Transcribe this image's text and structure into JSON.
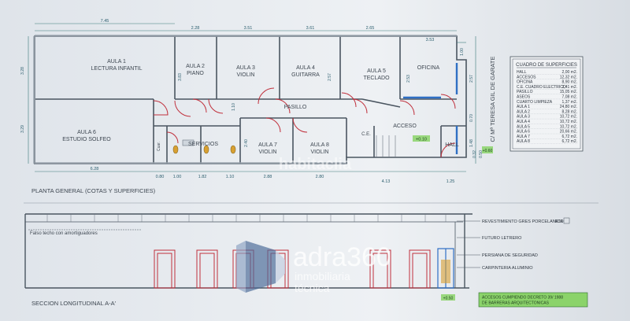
{
  "plan": {
    "title": "PLANTA GENERAL (COTAS Y SUPERFICIES)",
    "street": "C/ Mª TERESA GIL DE GARATE",
    "rooms": {
      "aula1": [
        "AULA 1",
        "LECTURA INFANTIL"
      ],
      "aula2": [
        "AULA 2",
        "PIANO"
      ],
      "aula3": [
        "AULA 3",
        "VIOLIN"
      ],
      "aula4": [
        "AULA 4",
        "GUITARRA"
      ],
      "aula5": [
        "AULA 5",
        "TECLADO"
      ],
      "oficina": [
        "OFICINA"
      ],
      "aula6": [
        "AULA 6",
        "ESTUDIO SOLFEO"
      ],
      "servicios": [
        "SERVICIOS"
      ],
      "aula7": [
        "AULA 7",
        "VIOLIN"
      ],
      "aula8": [
        "AULA 8",
        "VIOLIN"
      ],
      "pasillo": [
        "PASILLO"
      ],
      "acceso": [
        "ACCESO"
      ],
      "hall": [
        "HALL"
      ],
      "ce": [
        "C.E."
      ],
      "cuar": [
        "Cuar."
      ]
    },
    "dims_top_total": "7.45",
    "dims_top": [
      "2.28",
      "3.51",
      "3.61",
      "2.65"
    ],
    "dims_top_right": "3.53",
    "dims_bottom": [
      "6.28",
      "0.80",
      "1.00",
      "1.82",
      "1.10",
      "2.88",
      "2.80",
      "4.13",
      "1.25"
    ],
    "dims_side": [
      "3.28",
      "3.29",
      "3.83",
      "1.10",
      "2.40",
      "2.57",
      "2.53",
      "1.00",
      "2.57",
      "0.70",
      "1.48",
      "0.32",
      "0.50"
    ],
    "level_marks": [
      "+0.10",
      "+0.60"
    ]
  },
  "surfaces": {
    "title": "CUADRO DE SUPERFICIES",
    "rows": [
      {
        "name": "HALL",
        "value": "2,00 m2."
      },
      {
        "name": "ACCESOS",
        "value": "12,32 m2."
      },
      {
        "name": "OFICINA",
        "value": "8,90 m2."
      },
      {
        "name": "C.E. CUADRO ELECTRICO",
        "value": "2,41 m2."
      },
      {
        "name": "PASILLO",
        "value": "15,05 m2."
      },
      {
        "name": "ASEOS",
        "value": "7,08 m2."
      },
      {
        "name": "CUARTO LIMPIEZA",
        "value": "1,37 m2."
      },
      {
        "name": "AULA 1",
        "value": "24,80 m2."
      },
      {
        "name": "AULA 2",
        "value": "8,28 m2."
      },
      {
        "name": "AULA 3",
        "value": "10,72 m2."
      },
      {
        "name": "AULA 4",
        "value": "10,72 m2."
      },
      {
        "name": "AULA 5",
        "value": "10,72 m2."
      },
      {
        "name": "AULA 6",
        "value": "20,66 m2."
      },
      {
        "name": "AULA 7",
        "value": "6,72 m2."
      },
      {
        "name": "AULA 8",
        "value": "6,72 m2."
      }
    ]
  },
  "section": {
    "title": "SECCION LONGITUDINAL A-A'",
    "ceiling_note": "Falso techo con amortiguadores",
    "legend": [
      "REVESTIMIENTO GRES PORCELANICO",
      "FUTURO LETRERO",
      "PERSIANA DE SEGURIDAD",
      "CARPINTERIA ALUMINIO"
    ],
    "legend_tag": "RTA",
    "level_mark": "+0.50",
    "note": [
      "ACCESOS CUMPIENDO DECRETO 39/ 1988",
      "DE BARRERAS ARQUITECTONICAS"
    ]
  },
  "watermark": {
    "habitaclia": "habitaclia",
    "brand": "adra360",
    "sub1": "inmobiliaria",
    "sub2": "técnica"
  },
  "colors": {
    "paper": "#e9edf1",
    "ink": "#4a5560",
    "red": "#c0303c",
    "blue": "#2f6fc4",
    "green_label": "#8bd36a",
    "dim": "#3a7a7a",
    "logo": "#4c6c98"
  }
}
